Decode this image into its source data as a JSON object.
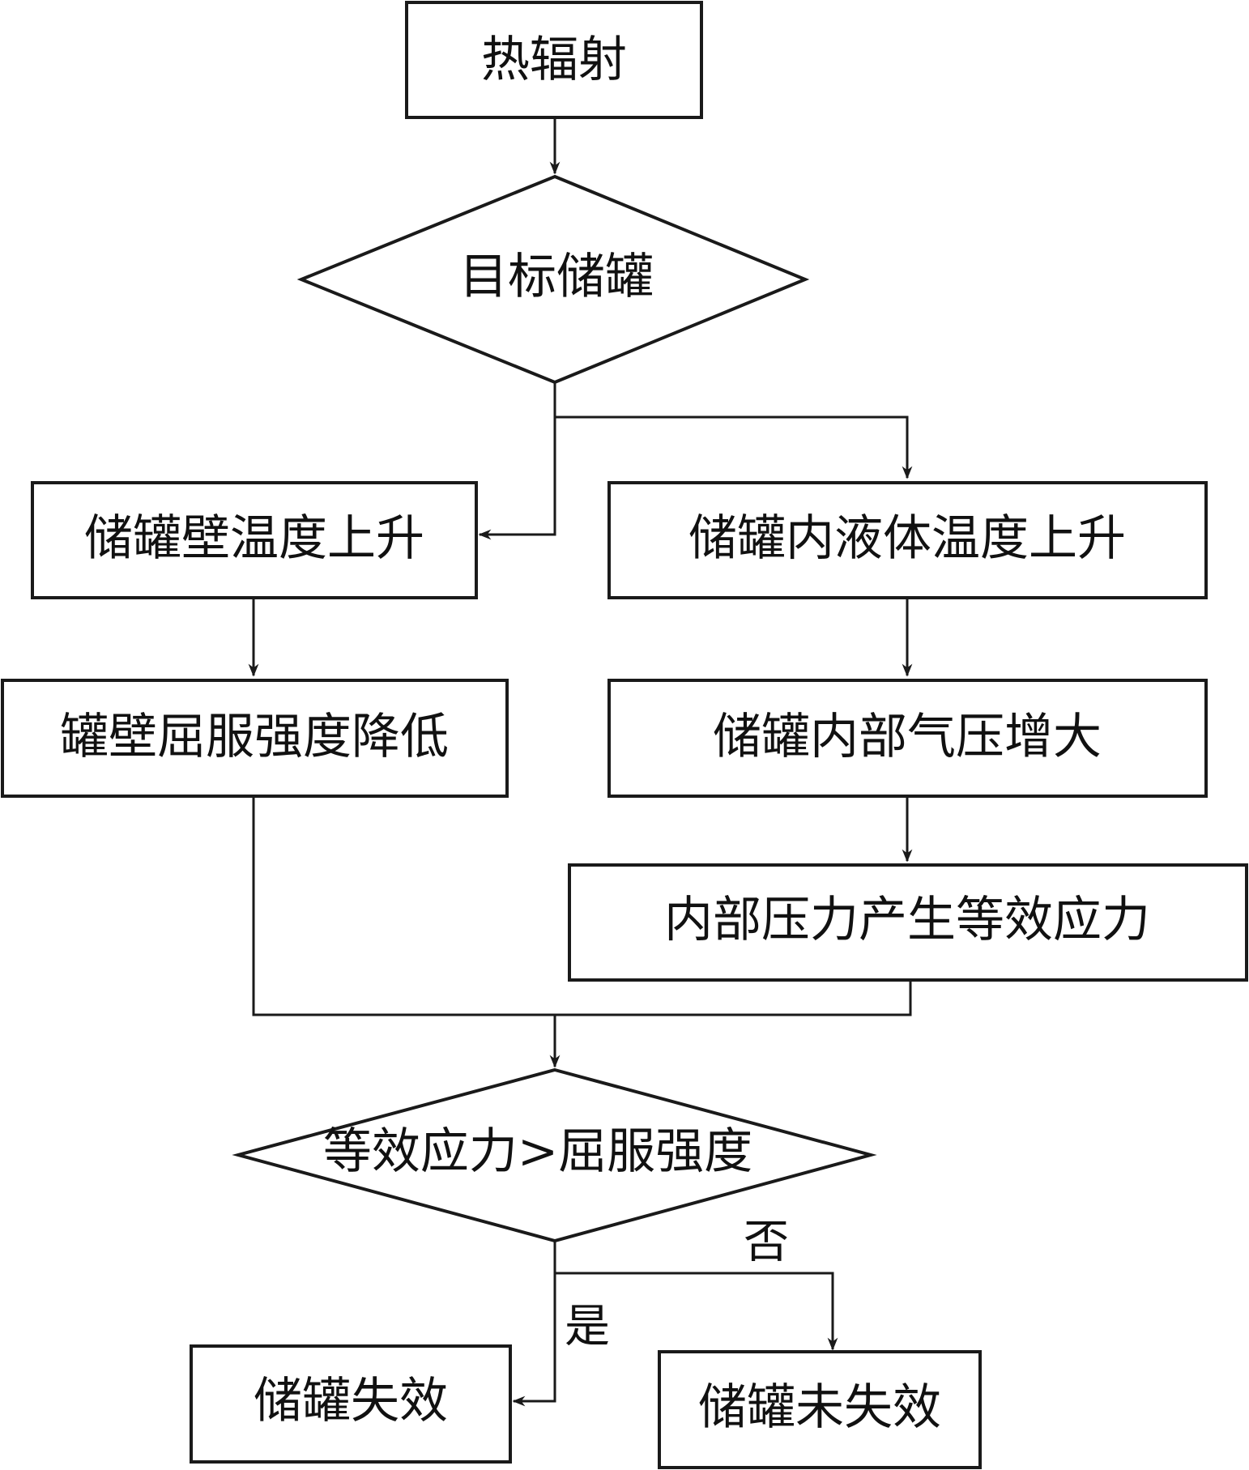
{
  "nodes": {
    "heat_radiation": "热辐射",
    "target_tank": "目标储罐",
    "wall_temp_rise": "储罐壁温度上升",
    "liquid_temp_rise": "储罐内液体温度上升",
    "yield_strength_drop": "罐壁屈服强度降低",
    "pressure_increase": "储罐内部气压增大",
    "equivalent_stress": "内部压力产生等效应力",
    "stress_check": "等效应力>屈服强度",
    "tank_failure": "储罐失效",
    "tank_no_failure": "储罐未失效"
  },
  "branches": {
    "yes": "是",
    "no": "否"
  },
  "colors": {
    "stroke": "#1a1a1a",
    "text": "#111111",
    "background": "#ffffff"
  }
}
